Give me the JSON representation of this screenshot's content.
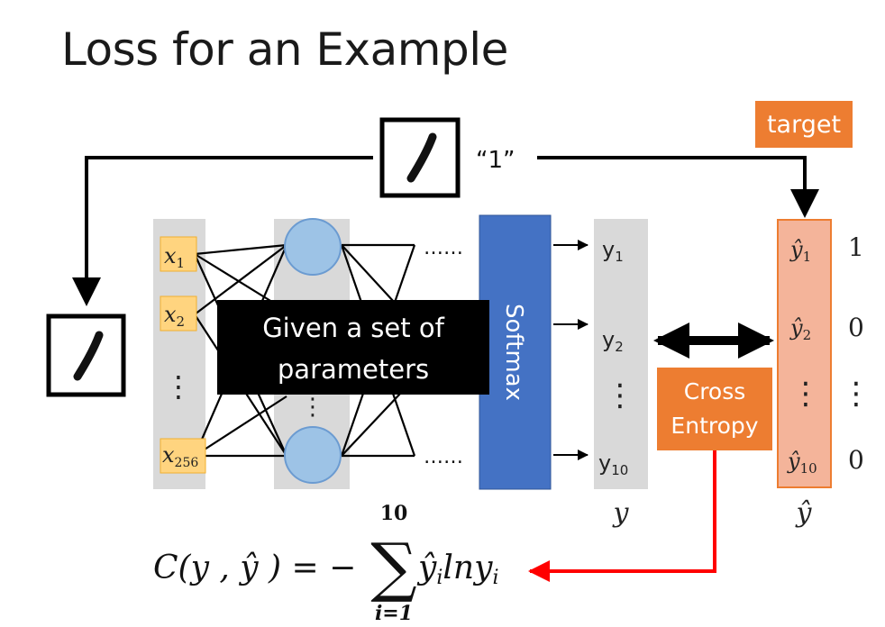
{
  "title": "Loss for an Example",
  "target_label": "target",
  "digit_label": "“1”",
  "inputs": {
    "x1": {
      "base": "x",
      "sub": "1"
    },
    "x2": {
      "base": "x",
      "sub": "2"
    },
    "x256": {
      "base": "x",
      "sub": "256"
    },
    "dots": "⋮"
  },
  "hidden_dots": "⋮",
  "layer_dots": "……",
  "overlay_text": [
    "Given a set of",
    "parameters"
  ],
  "softmax_label": "Softmax",
  "outputs": {
    "y1": {
      "base": "y",
      "sub": "1"
    },
    "y2": {
      "base": "y",
      "sub": "2"
    },
    "y10": {
      "base": "y",
      "sub": "10"
    },
    "dots": "⋮",
    "vector_label": "y"
  },
  "cross_entropy": [
    "Cross",
    "Entropy"
  ],
  "targets": {
    "yhat1": {
      "base": "ŷ",
      "sub": "1",
      "value": "1"
    },
    "yhat2": {
      "base": "ŷ",
      "sub": "2",
      "value": "0"
    },
    "yhat10": {
      "base": "ŷ",
      "sub": "10",
      "value": "0"
    },
    "dots": "⋮",
    "vector_label": "ŷ"
  },
  "formula": {
    "lhs": "C(y , ŷ ) = −",
    "sum_symbol": "∑",
    "upper": "10",
    "lower": "i=1",
    "body_base": "ŷ",
    "body_sub": "i",
    "body_mid": "lny",
    "body_sub2": "i"
  },
  "colors": {
    "orange": "#ed7d31",
    "target_fill": "#f4b49a",
    "input_fill": "#ffd47f",
    "neuron_fill": "#9dc3e6",
    "softmax_fill": "#4472c4",
    "column_gray": "#d9d9d9",
    "red_arrow": "#ff0000"
  }
}
